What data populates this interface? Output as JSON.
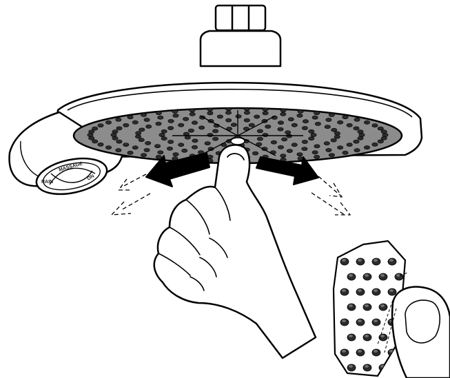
{
  "illustration": {
    "subject": "shower-head-nozzle-cleaning",
    "colors": {
      "line": "#000000",
      "fill": "#ffffff",
      "face": "#8c8c8c",
      "nozzle": "#2b2b2b",
      "nozzle_highlight": "#6e6e6e"
    },
    "icons": [
      "connector-nut-icon",
      "left-arrow-icon",
      "right-arrow-icon",
      "hand-icon",
      "thumb-icon",
      "spray-icon"
    ],
    "dial_markings": [
      "MASSAGE",
      "RAIN",
      "ON"
    ]
  }
}
